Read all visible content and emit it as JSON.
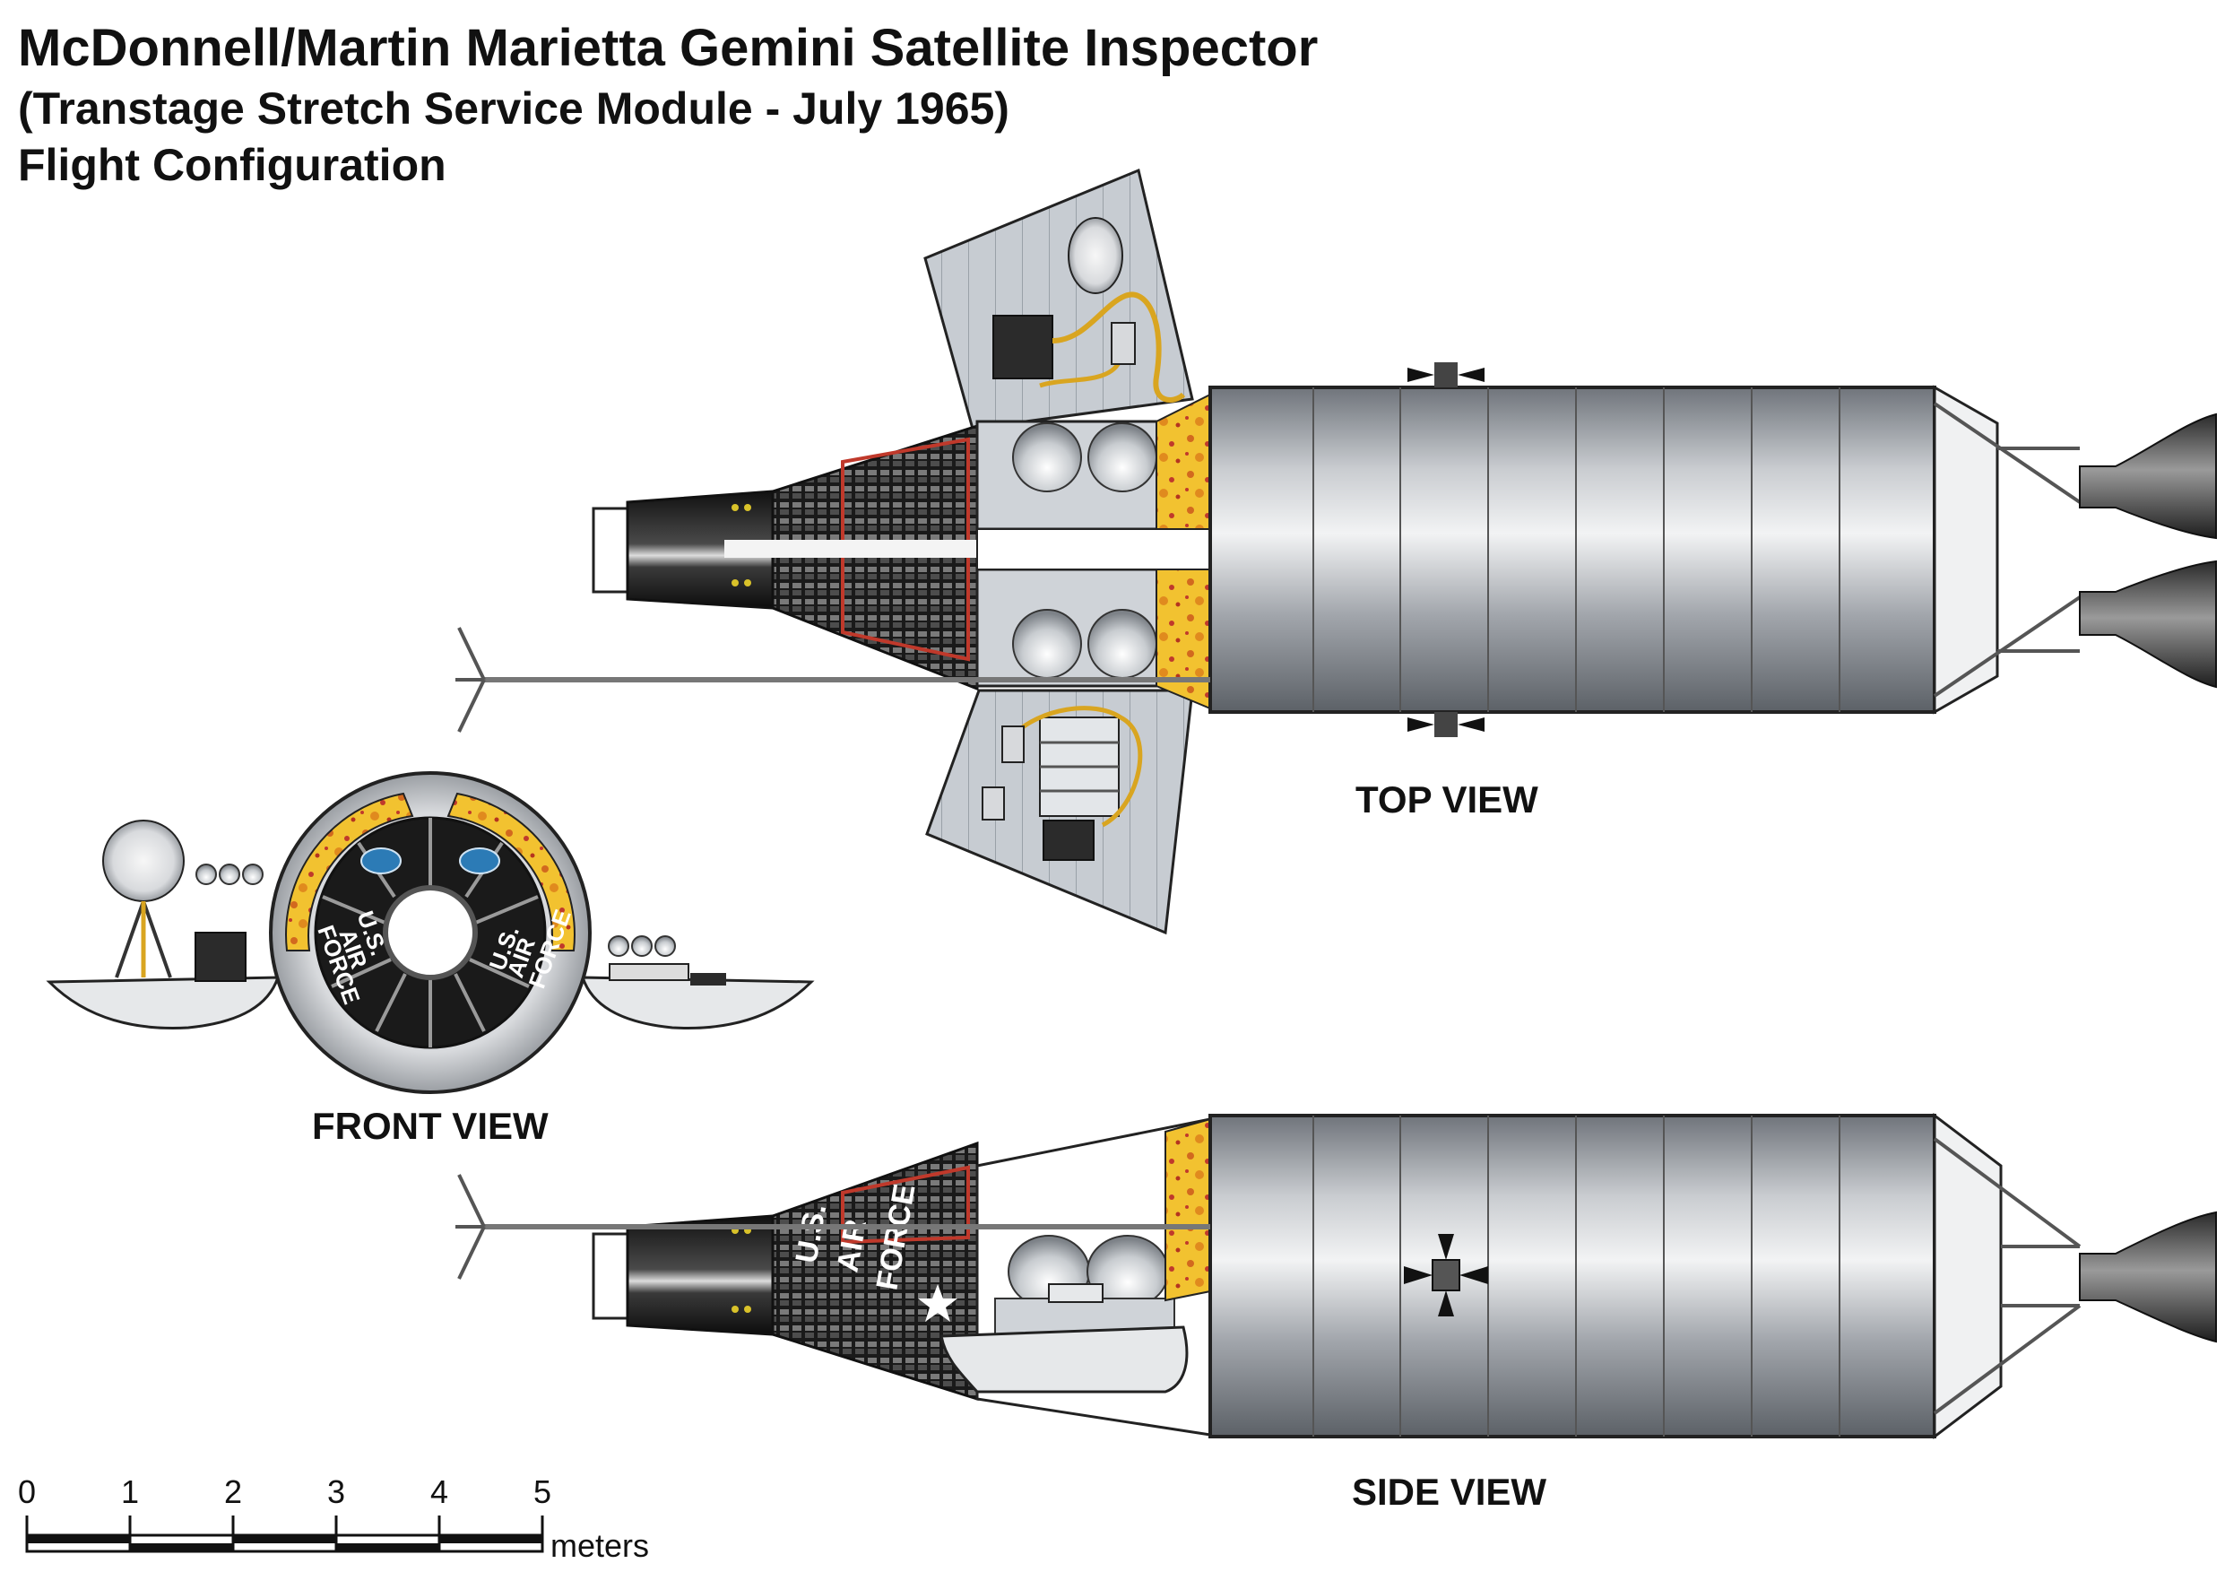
{
  "title": {
    "line1": "McDonnell/Martin Marietta Gemini Satellite Inspector",
    "line2": "(Transtage Stretch Service Module - July 1965)",
    "line3": "Flight Configuration"
  },
  "views": {
    "top": "TOP VIEW",
    "front": "FRONT VIEW",
    "side": "SIDE VIEW"
  },
  "markings": {
    "us": "U.S.",
    "air": "AIR",
    "force": "FORCE"
  },
  "scale_bar": {
    "ticks": [
      "0",
      "1",
      "2",
      "3",
      "4",
      "5"
    ],
    "unit": "meters"
  },
  "colors": {
    "body_gray": "#8a8f96",
    "body_light": "#e6e8ea",
    "capsule_black": "#1b1b1b",
    "insulation_yellow": "#f2c230",
    "insulation_red": "#c0392b",
    "wiring_gold": "#d9a520",
    "outline": "#222222"
  }
}
